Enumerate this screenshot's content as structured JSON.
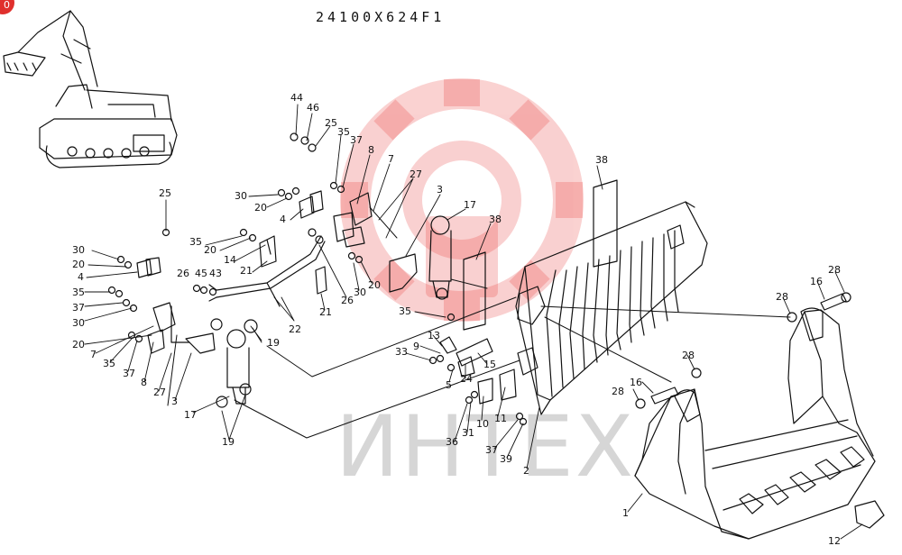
{
  "drawing_code": "24100X624F1",
  "badge_text": "0",
  "watermark_text": "ИНТЕХ",
  "colors": {
    "line": "#111111",
    "watermark": "#e8302d",
    "watermark_text": "#cfcfcf",
    "badge": "#e0302d"
  },
  "part_labels": {
    "p44": "44",
    "p46": "46",
    "p25a": "25",
    "p35a": "35",
    "p37a": "37",
    "p8a": "8",
    "p7a": "7",
    "p27a": "27",
    "p3a": "3",
    "p17a": "17",
    "p38a": "38",
    "p38b": "38",
    "p30a": "30",
    "p20a": "20",
    "p4a": "4",
    "p25b": "25",
    "p35b": "35",
    "p20b": "20",
    "p14": "14",
    "p21a": "21",
    "p30b": "30",
    "p20c": "20",
    "p4b": "4",
    "p26a": "26",
    "p45": "45",
    "p43": "43",
    "p35c": "35",
    "p37b": "37",
    "p30c": "30",
    "p20d": "20",
    "p7b": "7",
    "p35d": "35",
    "p37c": "37",
    "p8b": "8",
    "p27b": "27",
    "p3b": "3",
    "p22": "22",
    "p26b": "26",
    "p30d": "30",
    "p20e": "20",
    "p21b": "21",
    "p19a": "19",
    "p17b": "17",
    "p19b": "19",
    "p35e": "35",
    "p13": "13",
    "p9": "9",
    "p33": "33",
    "p5": "5",
    "p24": "24",
    "p15": "15",
    "p11": "11",
    "p10": "10",
    "p31": "31",
    "p36": "36",
    "p37d": "37",
    "p39": "39",
    "p2": "2",
    "p16a": "16",
    "p28a": "28",
    "p28b": "28",
    "p28c": "28",
    "p16b": "16",
    "p28d": "28",
    "p1": "1",
    "p12": "12"
  }
}
